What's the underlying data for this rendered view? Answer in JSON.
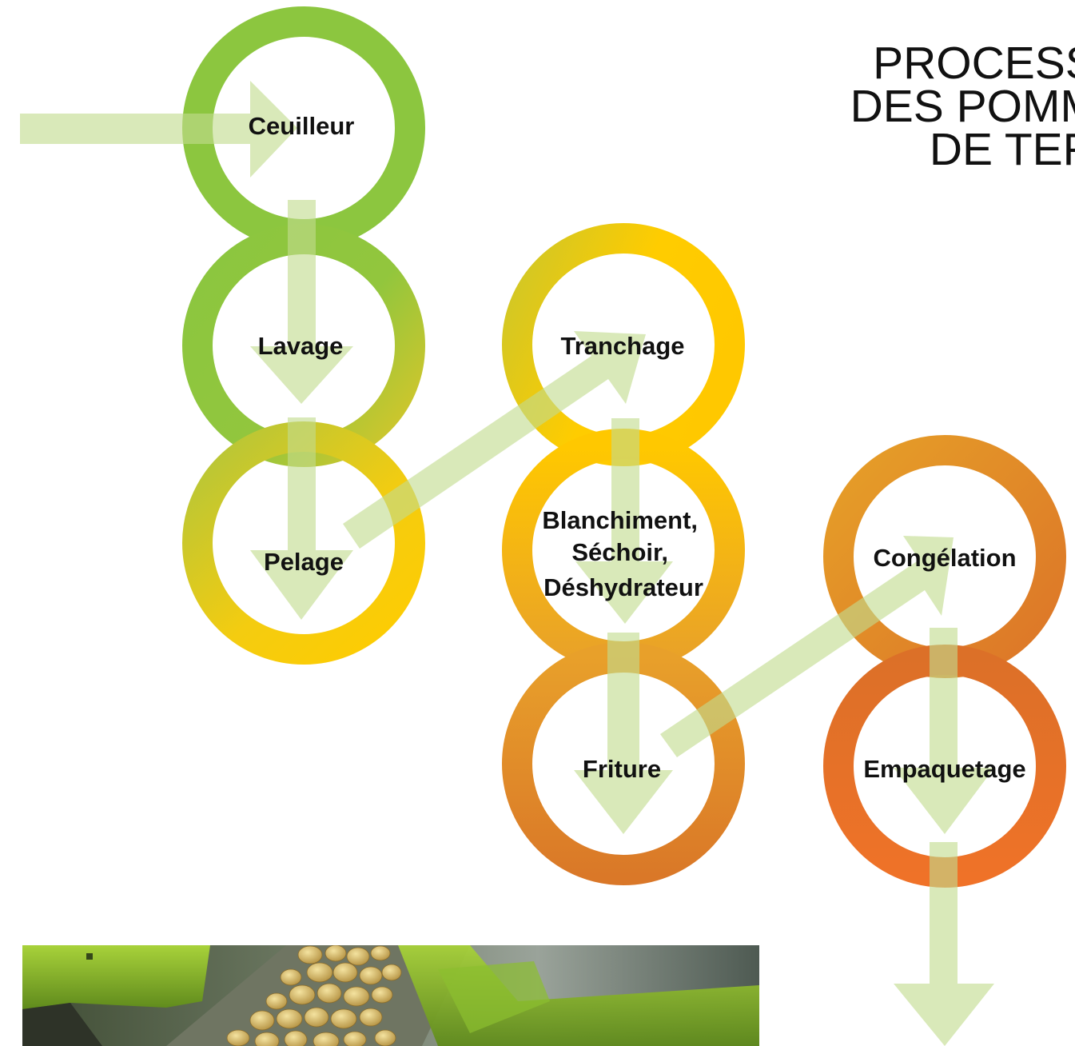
{
  "title_lines": [
    "PROCESSUS",
    "DES POMMES",
    "DE TERRE"
  ],
  "steps": [
    {
      "id": "ceuilleur",
      "label": "Ceuilleur"
    },
    {
      "id": "lavage",
      "label": "Lavage"
    },
    {
      "id": "pelage",
      "label": "Pelage"
    },
    {
      "id": "tranchage",
      "label": "Tranchage"
    },
    {
      "id": "blanchiment",
      "label": [
        "Blanchiment,",
        "Séchoir,",
        "Déshydrateur"
      ]
    },
    {
      "id": "friture",
      "label": "Friture"
    },
    {
      "id": "congelation",
      "label": "Congélation"
    },
    {
      "id": "empaquetage",
      "label": "Empaquetage"
    }
  ],
  "colors": {
    "green": "#8cc63f",
    "yellow": "#ffcc00",
    "orange": "#f07228",
    "arrow": "#d4e6a6"
  },
  "photo": {
    "subject": "potatoes-on-conveyor"
  }
}
